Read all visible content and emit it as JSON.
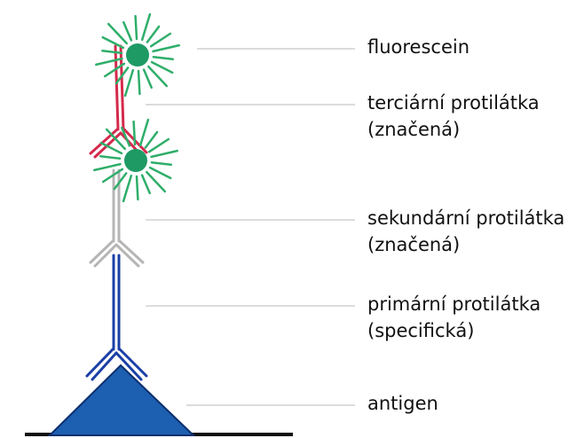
{
  "labels": {
    "fluorescein": {
      "lines": [
        "fluorescein"
      ]
    },
    "tertiary": {
      "lines": [
        "terciární protilátka",
        "(značená)"
      ]
    },
    "secondary": {
      "lines": [
        "sekundární protilátka",
        "(značená)"
      ]
    },
    "primary": {
      "lines": [
        "primární protilátka",
        "(specifická)"
      ]
    },
    "antigen": {
      "lines": [
        "antigen"
      ]
    }
  },
  "colors": {
    "primary_antibody": "#1a3fa6",
    "secondary_antibody": "#b5b5b5",
    "tertiary_antibody": "#d42a4c",
    "antigen": "#1d5fb0",
    "fluorescein": "#1e9a64",
    "rays": "#2fae6a",
    "leader_line": "#c8c8c8"
  },
  "icons": {
    "fluorophore": "fluorescein-star-icon",
    "antigen": "triangle-antigen-icon"
  }
}
